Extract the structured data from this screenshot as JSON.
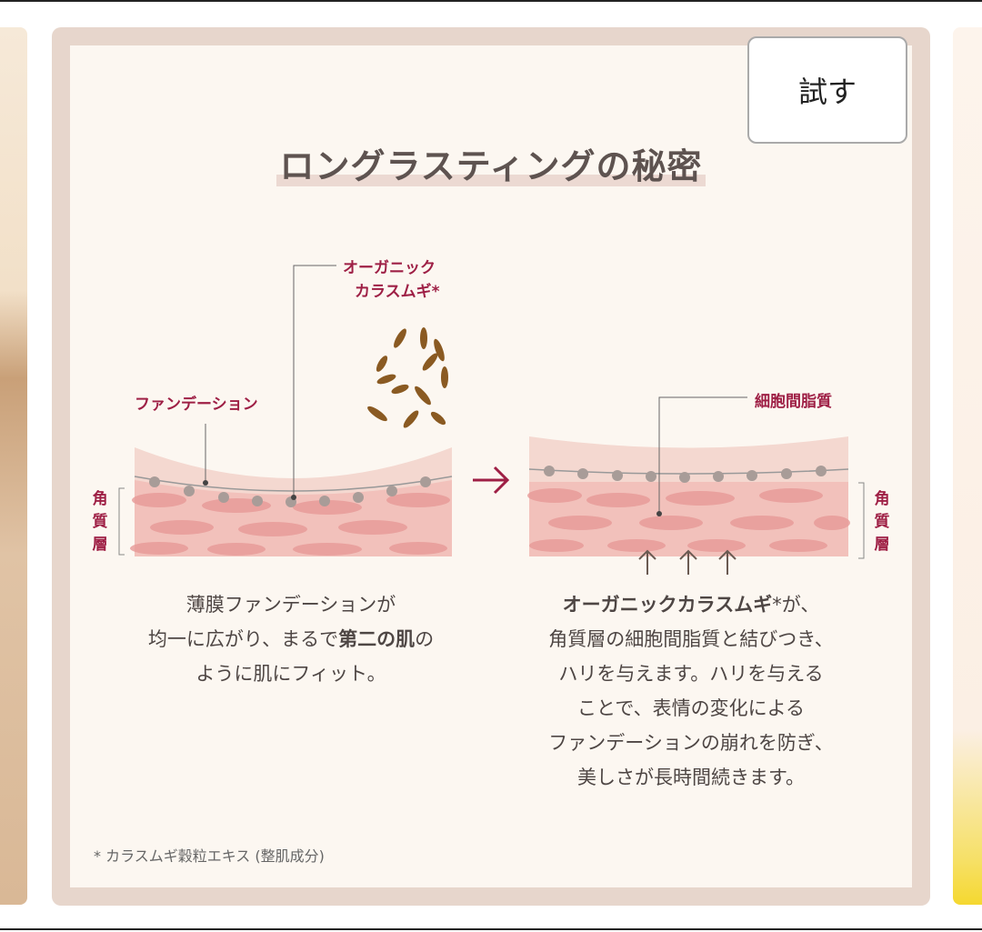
{
  "button": {
    "try": "試す"
  },
  "title": "ロングラスティングの秘密",
  "diagram": {
    "left": {
      "label_organic_line1": "オーガニック",
      "label_organic_line2": "カラスムギ*",
      "label_foundation": "ファンデーション",
      "layer_label": "角質層"
    },
    "right": {
      "label_lipid": "細胞間脂質",
      "layer_label": "角質層"
    },
    "arrow": "→",
    "up_arrows": "↑ ↑ ↑"
  },
  "left_desc": {
    "line1": "薄膜ファンデーションが",
    "line2a": "均一に広がり、まるで",
    "line2b": "第二の肌",
    "line2c": "の",
    "line3": "ように肌にフィット。"
  },
  "right_desc": {
    "line1a": "オーガニックカラスムギ",
    "line1b": "*が、",
    "line2": "角質層の細胞間脂質と結びつき、",
    "line3": "ハリを与えます。ハリを与える",
    "line4": "ことで、表情の変化による",
    "line5": "ファンデーションの崩れを防ぎ、",
    "line6": "美しさが長時間続きます。"
  },
  "footnote": "* カラスムギ穀粒エキス (整肌成分)"
}
